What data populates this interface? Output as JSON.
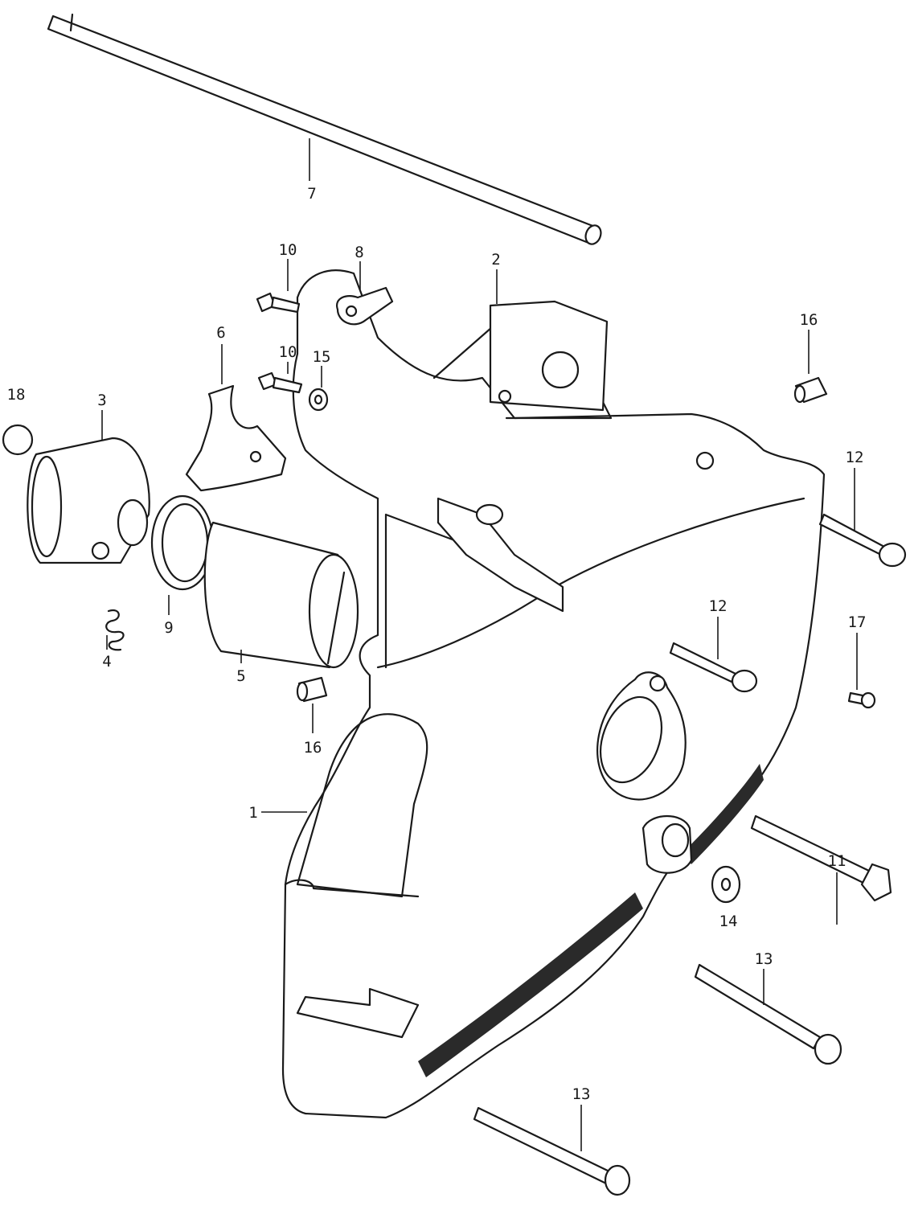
{
  "diagram": {
    "type": "exploded-parts-diagram",
    "callouts": [
      {
        "id": "p7",
        "label": "7"
      },
      {
        "id": "p10a",
        "label": "10"
      },
      {
        "id": "p8",
        "label": "8"
      },
      {
        "id": "p2",
        "label": "2"
      },
      {
        "id": "p16a",
        "label": "16"
      },
      {
        "id": "p6",
        "label": "6"
      },
      {
        "id": "p10b",
        "label": "10"
      },
      {
        "id": "p15",
        "label": "15"
      },
      {
        "id": "p18",
        "label": "18"
      },
      {
        "id": "p3",
        "label": "3"
      },
      {
        "id": "p12a",
        "label": "12"
      },
      {
        "id": "p9",
        "label": "9"
      },
      {
        "id": "p4",
        "label": "4"
      },
      {
        "id": "p5",
        "label": "5"
      },
      {
        "id": "p12b",
        "label": "12"
      },
      {
        "id": "p17",
        "label": "17"
      },
      {
        "id": "p16b",
        "label": "16"
      },
      {
        "id": "p1",
        "label": "1"
      },
      {
        "id": "p11",
        "label": "11"
      },
      {
        "id": "p14",
        "label": "14"
      },
      {
        "id": "p13a",
        "label": "13"
      },
      {
        "id": "p13b",
        "label": "13"
      }
    ]
  }
}
